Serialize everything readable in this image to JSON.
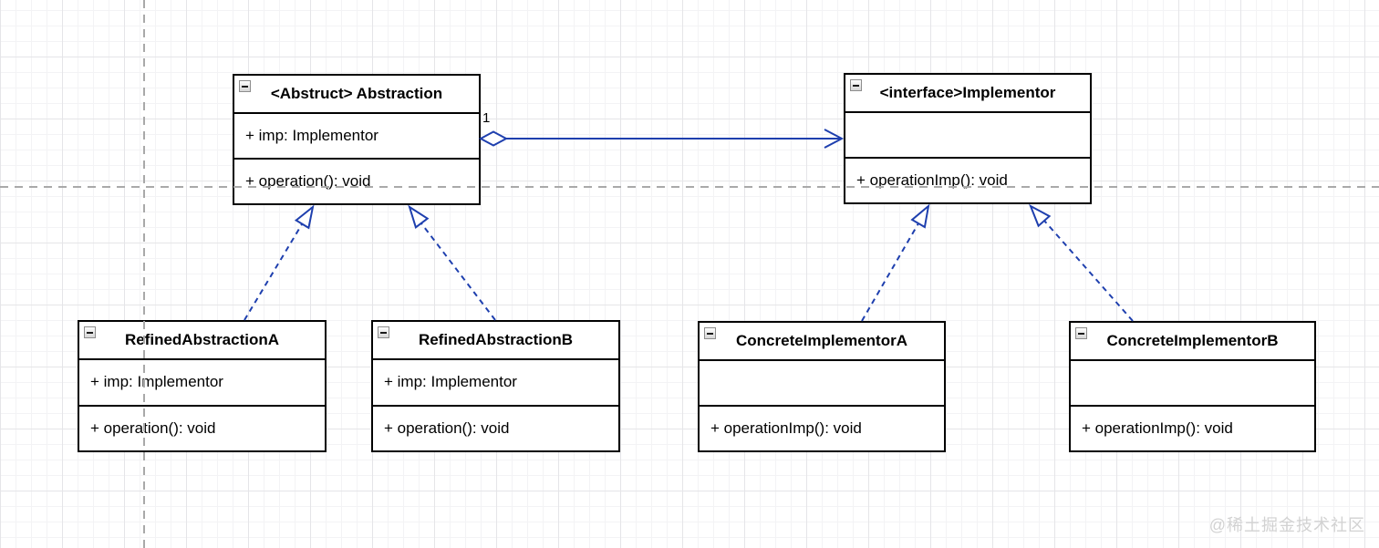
{
  "diagram": {
    "kind": "uml-class-diagram",
    "pattern": "Bridge"
  },
  "classes": [
    {
      "name": "abstraction",
      "title": "<Abstruct> Abstraction",
      "attribute": "+ imp: Implementor",
      "method": "+ operation(): void"
    },
    {
      "name": "implementor",
      "title": "<interface>Implementor",
      "attribute": "",
      "method": "+ operationImp(): void"
    },
    {
      "name": "refined-abstraction-a",
      "title": "RefinedAbstractionA",
      "attribute": "+ imp: Implementor",
      "method": "+ operation(): void"
    },
    {
      "name": "refined-abstraction-b",
      "title": "RefinedAbstractionB",
      "attribute": "+ imp: Implementor",
      "method": "+ operation(): void"
    },
    {
      "name": "concrete-implementor-a",
      "title": "ConcreteImplementorA",
      "attribute": "",
      "method": "+ operationImp(): void"
    },
    {
      "name": "concrete-implementor-b",
      "title": "ConcreteImplementorB",
      "attribute": "",
      "method": "+ operationImp(): void"
    }
  ],
  "edges": [
    {
      "type": "aggregation",
      "from": "Abstraction",
      "to": "Implementor",
      "multiplicity": "1"
    },
    {
      "type": "realization",
      "from": "RefinedAbstractionA",
      "to": "Abstraction"
    },
    {
      "type": "realization",
      "from": "RefinedAbstractionB",
      "to": "Abstraction"
    },
    {
      "type": "realization",
      "from": "ConcreteImplementorA",
      "to": "Implementor"
    },
    {
      "type": "realization",
      "from": "ConcreteImplementorB",
      "to": "Implementor"
    }
  ],
  "colors": {
    "connector_blue": "#1e3fae",
    "box_border": "#000000",
    "box_fill": "#ffffff",
    "grid_minor": "#f3f3f5",
    "grid_major": "#e5e5e8",
    "guide_gray": "#a9a9a9",
    "watermark_gray": "#d2d2d2"
  },
  "watermark": {
    "text": "@稀土掘金技术社区"
  }
}
